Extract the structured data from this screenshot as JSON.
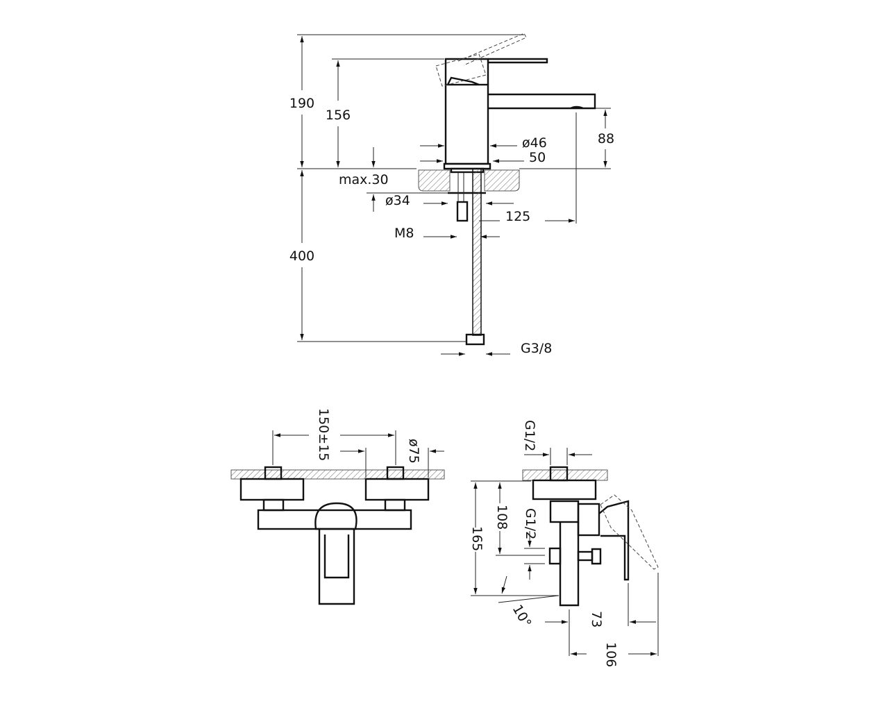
{
  "top_view": {
    "dim_190": "190",
    "dim_156": "156",
    "dim_400": "400",
    "dim_88": "88",
    "dim_d46": "ø46",
    "dim_50": "50",
    "dim_max30": "max.30",
    "dim_d34": "ø34",
    "dim_125": "125",
    "dim_m8": "M8",
    "dim_g38": "G3/8"
  },
  "front_view": {
    "dim_150": "150±15",
    "dim_d75": "ø75"
  },
  "side_view": {
    "dim_g12_top": "G1/2",
    "dim_g12_mid": "G1/2",
    "dim_108": "108",
    "dim_165": "165",
    "dim_10deg": "10°",
    "dim_73": "73",
    "dim_106": "106"
  },
  "colors": {
    "line": "#111111",
    "background": "#ffffff"
  }
}
